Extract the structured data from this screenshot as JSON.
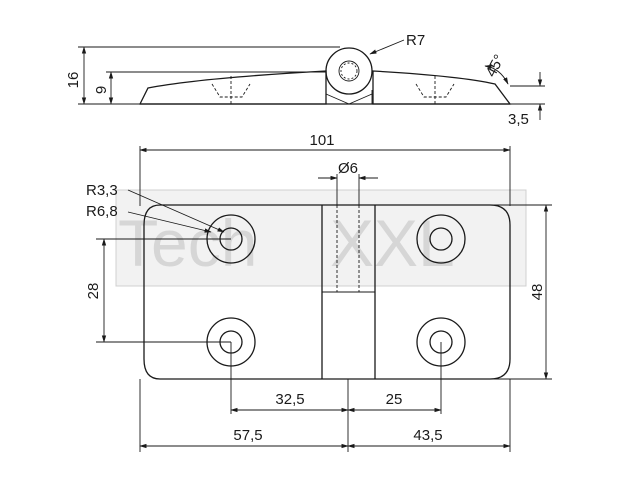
{
  "watermark": {
    "left": "Tech",
    "right": "XXL"
  },
  "dimensions": {
    "radius_pin": "R7",
    "height_total": "16",
    "height_leaf": "9",
    "chamfer_angle": "45°",
    "thickness": "3,5",
    "width_total": "101",
    "pin_diameter": "Ø6",
    "hole_radius_small": "R3,3",
    "hole_radius_large": "R6,8",
    "hole_spacing_vertical": "28",
    "height_plate": "48",
    "hole_offset_left": "32,5",
    "hole_offset_right": "25",
    "width_left": "57,5",
    "width_right": "43,5"
  }
}
